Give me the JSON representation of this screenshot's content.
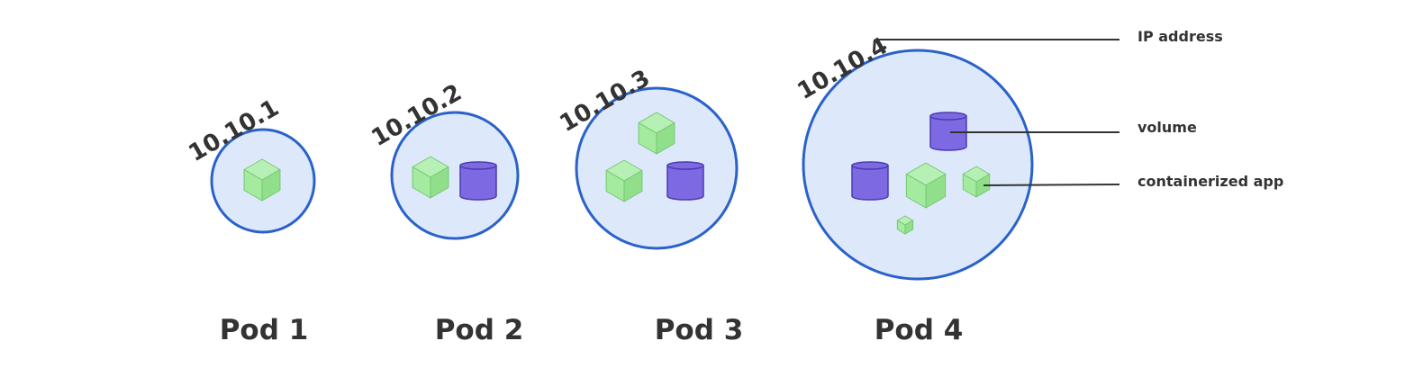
{
  "colors": {
    "pod_fill": "#dde9fb",
    "pod_stroke": "#2a62c9",
    "app_face_top": "#b7f0b5",
    "app_face_left": "#a4ea9f",
    "app_face_right": "#91df8b",
    "app_edge": "#74c774",
    "volume_fill": "#7d6ae3",
    "volume_stroke": "#4b3bb0",
    "text": "#333333"
  },
  "pods": [
    {
      "label": "Pod 1",
      "ip": "10.10.1",
      "apps": 1,
      "volumes": 0
    },
    {
      "label": "Pod 2",
      "ip": "10.10.2",
      "apps": 1,
      "volumes": 1
    },
    {
      "label": "Pod 3",
      "ip": "10.10.3",
      "apps": 2,
      "volumes": 1
    },
    {
      "label": "Pod 4",
      "ip": "10.10.4",
      "apps": 3,
      "volumes": 2
    }
  ],
  "legend": {
    "ip_address": "IP address",
    "volume": "volume",
    "containerized_app": "containerized app"
  },
  "icons": {
    "app": "cube-icon",
    "volume": "cylinder-icon"
  }
}
